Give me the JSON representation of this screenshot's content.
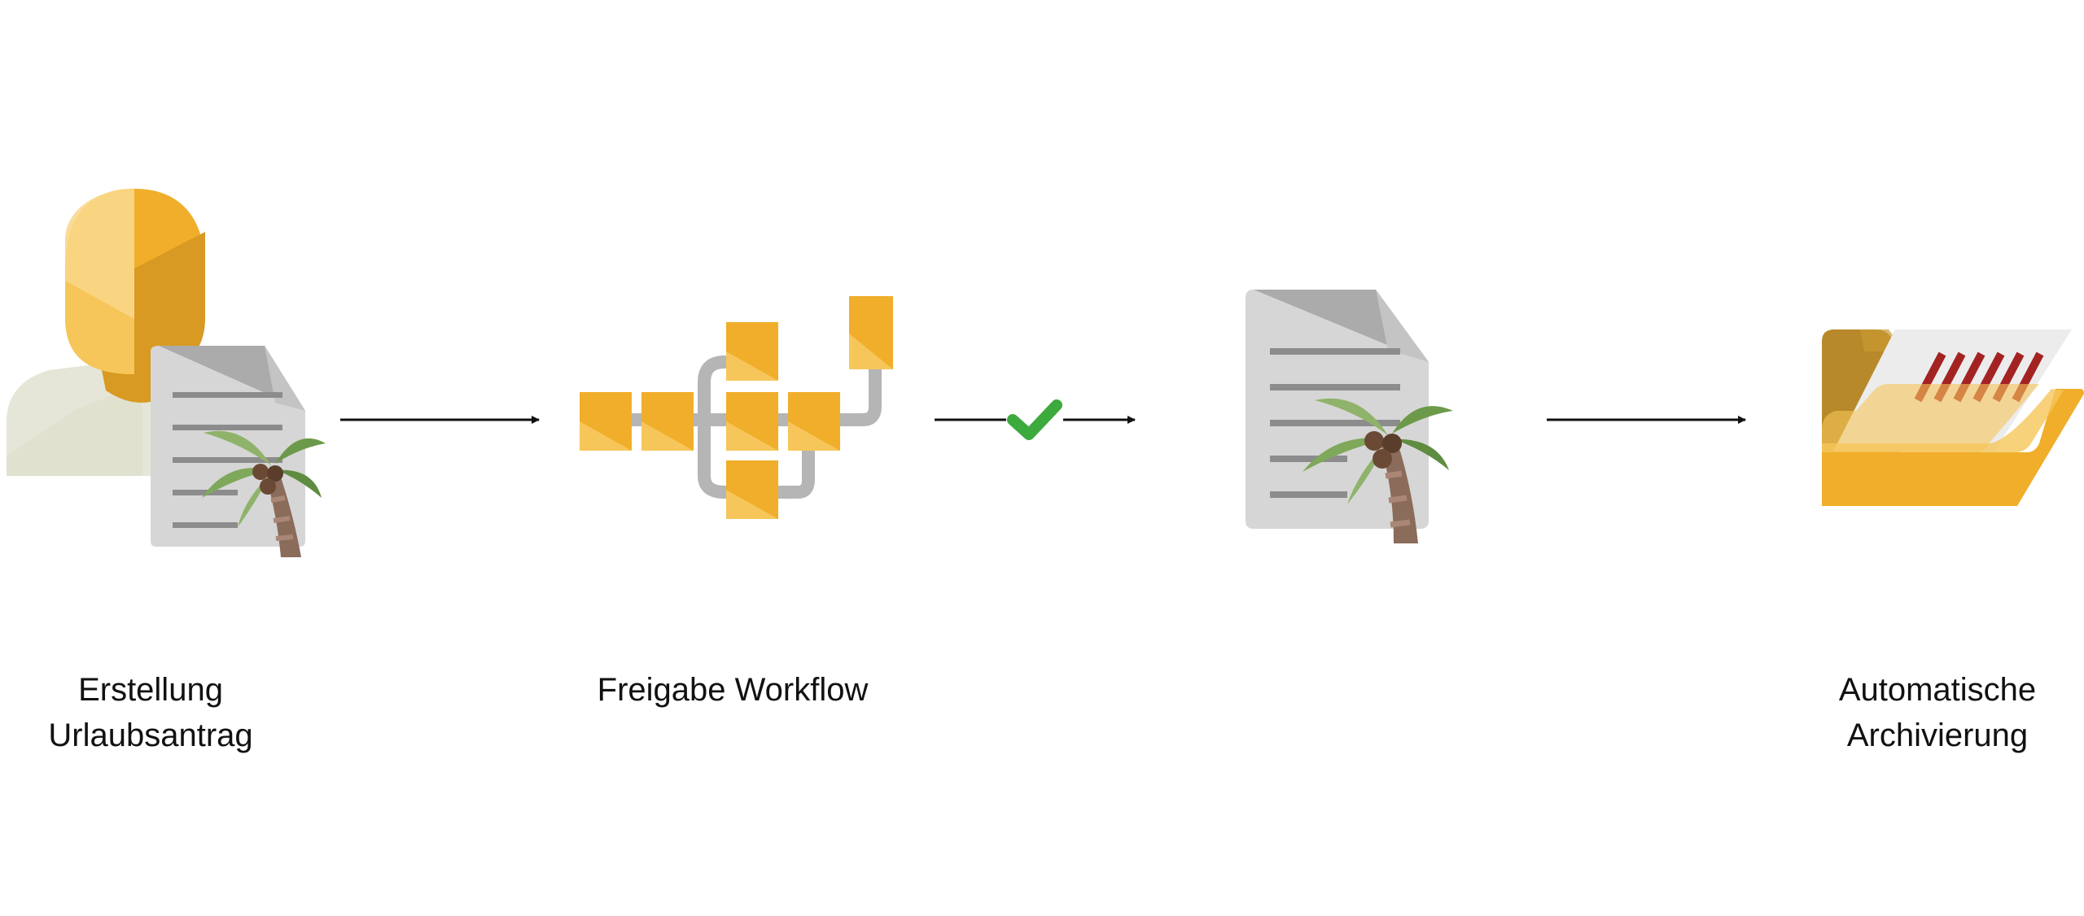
{
  "steps": [
    {
      "id": "creation",
      "icon": "person-document-palm-icon",
      "label_lines": [
        "Erstellung",
        "Urlaubsantrag"
      ]
    },
    {
      "id": "workflow",
      "icon": "workflow-nodes-icon",
      "label_lines": [
        "Freigabe Workflow"
      ]
    },
    {
      "id": "approved-document",
      "icon": "document-palm-icon",
      "label_lines": []
    },
    {
      "id": "archive",
      "icon": "folder-archive-icon",
      "label_lines": [
        "Automatische",
        "Archivierung"
      ]
    }
  ],
  "connectors": [
    {
      "from": "creation",
      "to": "workflow",
      "icon": "arrow-right-icon"
    },
    {
      "from": "workflow",
      "to": "approved-document",
      "icon": "checkmark-icon"
    },
    {
      "from": "approved-document",
      "to": "archive",
      "icon": "arrow-right-icon"
    }
  ],
  "colors": {
    "accent": "#F0AE2A",
    "accent_light": "#F6C65A",
    "accent_dark": "#D89A22",
    "folder_back": "#B8892A",
    "paper": "#D6D6D6",
    "paper_fold": "#A6A6A6",
    "check": "#3DAA3D",
    "arrow": "#111111",
    "stripe": "#A32323"
  }
}
